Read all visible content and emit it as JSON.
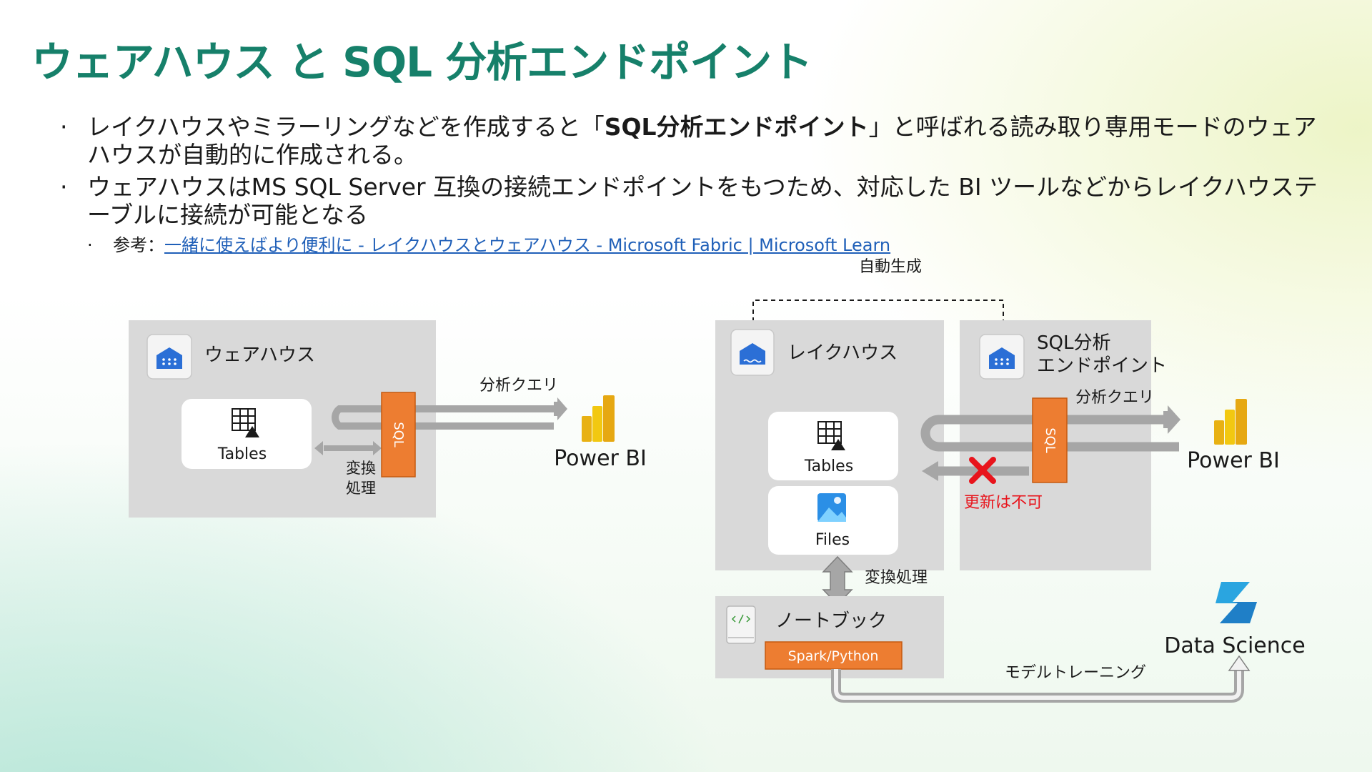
{
  "title": "ウェアハウス と SQL 分析エンドポイント",
  "bullets": {
    "b1_pre": "レイクハウスやミラーリングなどを作成すると「",
    "b1_bold": "SQL分析エンドポイント",
    "b1_post": "」と呼ばれる読み取り専用モードのウェアハウスが自動的に作成される。",
    "b2": "ウェアハウスはMS SQL Server 互換の接続エンドポイントをもつため、対応した BI ツールなどからレイクハウステーブルに接続が可能となる",
    "sub_label": "参考：",
    "sub_link": "一緒に使えばより便利に - レイクハウスとウェアハウス - Microsoft Fabric | Microsoft Learn"
  },
  "diagram": {
    "auto_gen": "自動生成",
    "warehouse": {
      "title": "ウェアハウス",
      "tables": "Tables",
      "sql": "SQL",
      "transform1": "変換",
      "transform2": "処理",
      "query": "分析クエリ",
      "powerbi": "Power BI"
    },
    "lakehouse": {
      "title": "レイクハウス",
      "tables": "Tables",
      "files": "Files",
      "transform": "変換処理"
    },
    "endpoint": {
      "title1": "SQL分析",
      "title2": "エンドポイント",
      "sql": "SQL",
      "query": "分析クエリ",
      "no_update": "更新は不可",
      "powerbi": "Power BI"
    },
    "notebook": {
      "title": "ノートブック",
      "spark": "Spark/Python"
    },
    "model_training": "モデルトレーニング",
    "data_science": "Data Science"
  },
  "colors": {
    "title": "#16806a",
    "panel": "#d9d9d9",
    "orange": "#ed7d31",
    "red": "#e8141c",
    "arrow_gray": "#a6a6a6",
    "link": "#1f5fb8"
  }
}
